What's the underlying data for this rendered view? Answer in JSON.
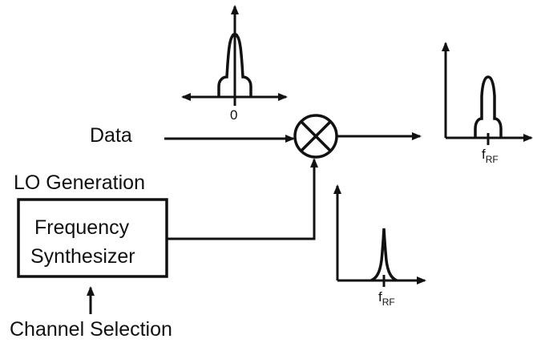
{
  "labels": {
    "data_input": "Data",
    "lo_generation": "LO Generation",
    "synth_line1": "Frequency",
    "synth_line2": "Synthesizer",
    "channel_selection": "Channel Selection"
  },
  "spectra": {
    "baseband_center": "0",
    "rf_freq": "f",
    "rf_freq_sub": "RF",
    "lo_freq": "f",
    "lo_freq_sub": "RF"
  },
  "colors": {
    "line": "#111111",
    "background": "#ffffff"
  },
  "icons": {
    "mixer": "circle-x-icon"
  }
}
